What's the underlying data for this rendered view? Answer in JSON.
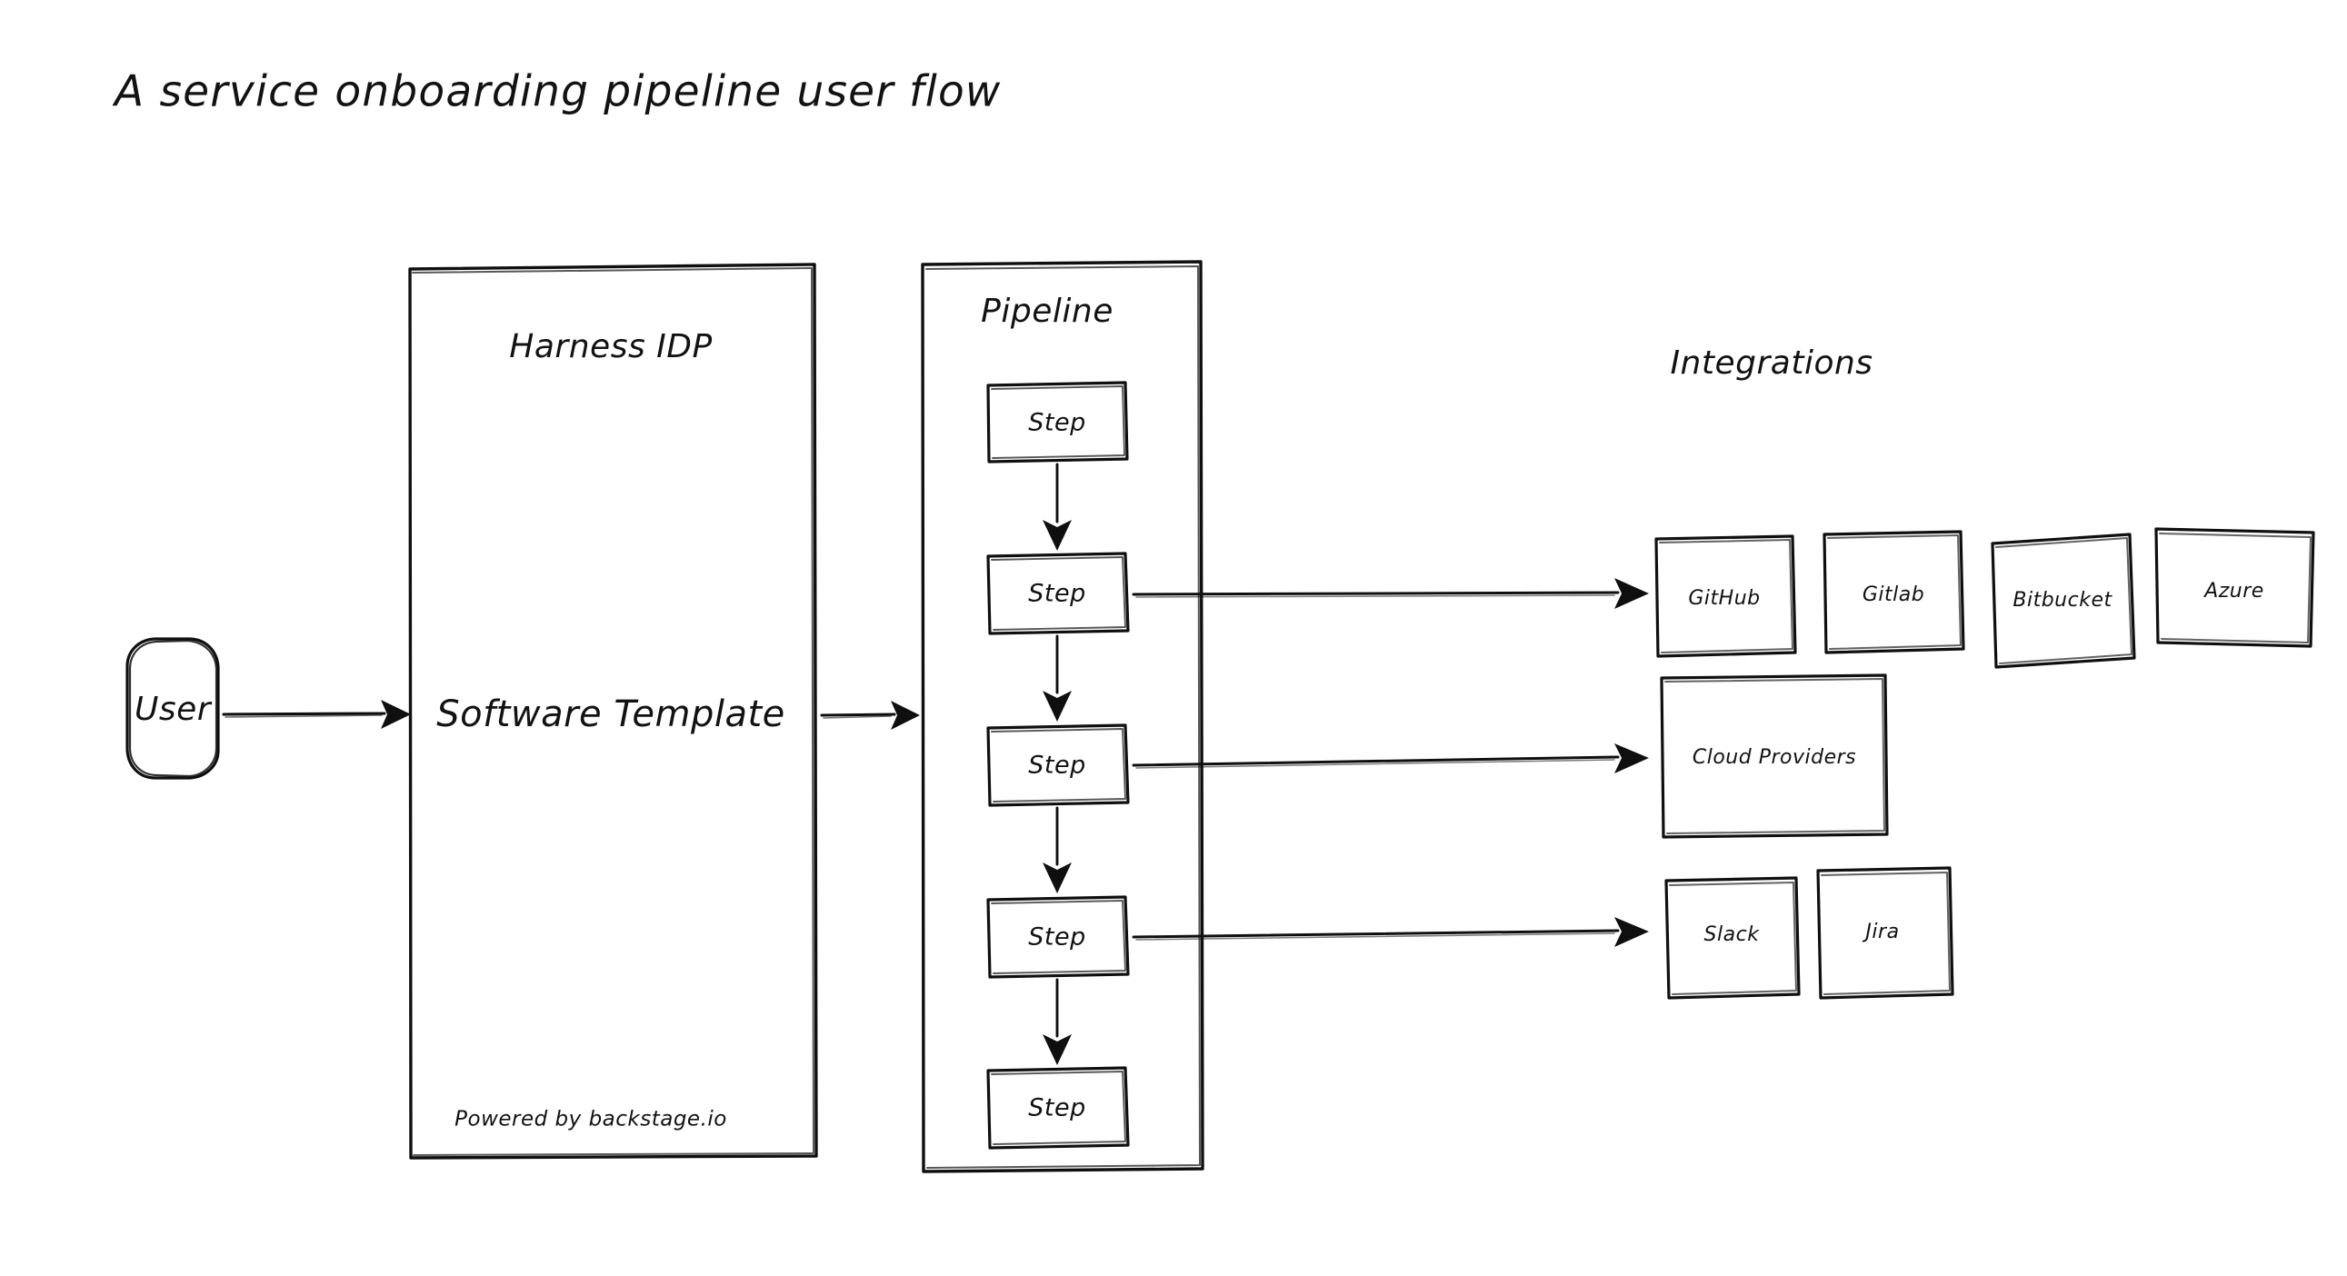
{
  "page": {
    "title": "A service onboarding pipeline user flow",
    "background_color": "#ffffff",
    "ink_color": "#0f0f0f"
  },
  "nodes": {
    "user": {
      "label": "User",
      "shape": "rounded-rect"
    },
    "harness_idp": {
      "title": "Harness IDP",
      "center_label": "Software Template",
      "footer": "Powered by backstage.io",
      "shape": "rect"
    },
    "pipeline": {
      "title": "Pipeline",
      "shape": "rect",
      "steps": [
        {
          "label": "Step"
        },
        {
          "label": "Step"
        },
        {
          "label": "Step"
        },
        {
          "label": "Step"
        },
        {
          "label": "Step"
        }
      ]
    },
    "integrations": {
      "title": "Integrations",
      "scm_row": [
        {
          "label": "GitHub"
        },
        {
          "label": "Gitlab"
        },
        {
          "label": "Bitbucket"
        },
        {
          "label": "Azure"
        }
      ],
      "cloud_row": [
        {
          "label": "Cloud Providers"
        }
      ],
      "tools_row": [
        {
          "label": "Slack"
        },
        {
          "label": "Jira"
        }
      ]
    }
  },
  "edges": [
    {
      "name": "user-to-harness",
      "from": "user",
      "to": "harness_idp"
    },
    {
      "name": "harness-to-pipeline",
      "from": "harness_idp",
      "to": "pipeline"
    },
    {
      "name": "step1-to-step2",
      "from": "step-1",
      "to": "step-2"
    },
    {
      "name": "step2-to-step3",
      "from": "step-2",
      "to": "step-3"
    },
    {
      "name": "step3-to-step4",
      "from": "step-3",
      "to": "step-4"
    },
    {
      "name": "step4-to-step5",
      "from": "step-4",
      "to": "step-5"
    },
    {
      "name": "step2-to-scm",
      "from": "step-2",
      "to": "GitHub"
    },
    {
      "name": "step3-to-cloud",
      "from": "step-3",
      "to": "Cloud Providers"
    },
    {
      "name": "step4-to-tools",
      "from": "step-4",
      "to": "Slack"
    }
  ]
}
